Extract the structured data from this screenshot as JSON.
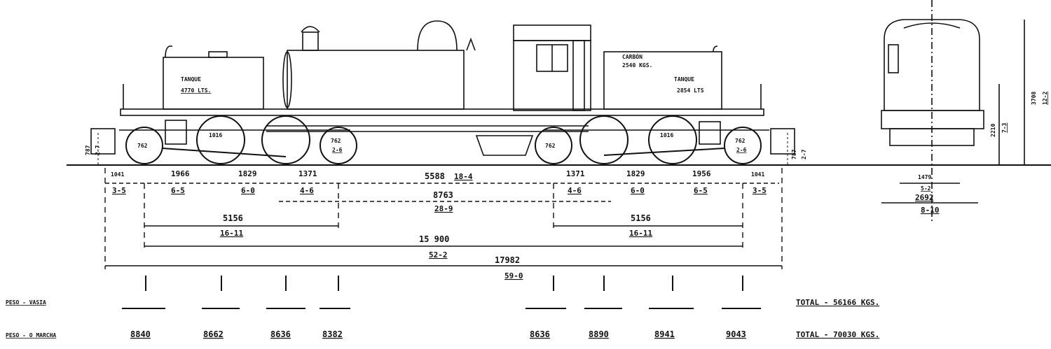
{
  "locomotive": {
    "tank_left": "TANQUE",
    "tank_left_capacity": "4770 LTS.",
    "tank_right": "TANQUE",
    "tank_right_capacity": "2854 LTS",
    "coal": "CARBÓN",
    "coal_capacity": "2540 KGS."
  },
  "wheels": {
    "left_lead": "762",
    "left_drive_1": "1016",
    "left_trail": "762",
    "left_trail_ft": "2-6",
    "right_lead": "762",
    "right_drive_2": "1016",
    "right_trail": "762",
    "right_trail_ft": "2-6"
  },
  "dims_side": [
    {
      "mm": "1041",
      "ft": "3-5"
    },
    {
      "mm": "1966",
      "ft": "6-5"
    },
    {
      "mm": "1829",
      "ft": "6-0"
    },
    {
      "mm": "1371",
      "ft": "4-6"
    },
    {
      "mm": "5588",
      "ft": "18-4"
    },
    {
      "mm": "1371",
      "ft": "4-6"
    },
    {
      "mm": "1829",
      "ft": "6-0"
    },
    {
      "mm": "1956",
      "ft": "6-5"
    },
    {
      "mm": "1041",
      "ft": "3-5"
    }
  ],
  "dims_long": {
    "center": {
      "mm": "8763",
      "ft": "28-9"
    },
    "bogie_left": {
      "mm": "5156",
      "ft": "16-11"
    },
    "bogie_right": {
      "mm": "5156",
      "ft": "16-11"
    },
    "wheelbase": {
      "mm": "15 900",
      "ft": "52-2"
    },
    "overall": {
      "mm": "17982",
      "ft": "59-0"
    }
  },
  "height_left": {
    "mm": "787",
    "ft": "2-7"
  },
  "height_right": {
    "mm": "787",
    "ft": "2-7"
  },
  "end_view": {
    "height_total_mm": "3708",
    "height_total_ft": "12-2",
    "height_mid_mm": "2210",
    "height_mid_ft": "7-3",
    "gauge_mm": "1479",
    "gauge_ft": "5-2",
    "width_mm": "2692",
    "width_ft": "8-10"
  },
  "weights": {
    "empty_label": "PESO - VASIA",
    "running_label": "PESO - O MARCHA",
    "empty_total": "TOTAL - 56166 KGS.",
    "running_total": "TOTAL - 70030 KGS.",
    "running_values": [
      "8840",
      "8662",
      "8636",
      "8382",
      "8636",
      "8890",
      "8941",
      "9043"
    ]
  }
}
